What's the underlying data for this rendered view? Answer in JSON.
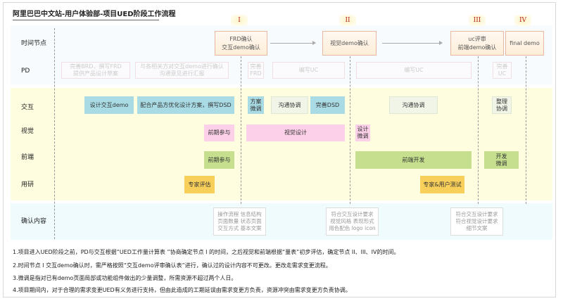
{
  "title": "阿里巴巴中文站-用户体验部-项目UED阶段工作流程",
  "rows": {
    "time": "时间节点",
    "pd": "PD",
    "ixd": "交互",
    "visual": "视觉",
    "fe": "前端",
    "ur": "用研",
    "confirm": "确认内容"
  },
  "nodes": [
    "I",
    "II",
    "III",
    "IV"
  ],
  "milestones": [
    [
      "FRD确认",
      "交互demo确认"
    ],
    [
      "视觉demo确认"
    ],
    [
      "uc评审",
      "前端demo确认"
    ],
    [
      "final demo"
    ]
  ],
  "pd": [
    [
      "完善BRD，撰写FRD",
      "提供产品设计草案"
    ],
    [
      "与各相关方对交互demo进行确认",
      "沟通意见进行汇报"
    ],
    [
      "完善",
      "FRD"
    ],
    [
      "编写UC"
    ],
    [
      "编写UC"
    ],
    [
      "完善",
      "UC"
    ]
  ],
  "ixd": [
    [
      "设计交互demo"
    ],
    [
      "配合产品方优化设计方案，撰写DSD"
    ],
    [
      "方案",
      "微调"
    ],
    [
      "沟通协调"
    ],
    [
      "完善DSD"
    ],
    [
      "沟通协调"
    ],
    [
      "整理",
      "协调"
    ]
  ],
  "visual": [
    [
      "前期参与"
    ],
    [
      "视觉设计"
    ],
    [
      "设计",
      "微调"
    ]
  ],
  "fe": [
    [
      "前期参与"
    ],
    [
      "前端开发"
    ],
    [
      "开发",
      "微调"
    ]
  ],
  "ur": [
    [
      "专家评估"
    ],
    [
      "专家&用户测试"
    ]
  ],
  "confirm": [
    [
      "操作流程 信息结构",
      "页面数量 状态页面",
      "交互方式 基本文案"
    ],
    [
      "符合交互设计要求",
      "视觉风格 表现形式",
      "用色配色 logo icon"
    ],
    [
      "符合交互设计要求",
      "符合视觉设计要求",
      "细节文案"
    ]
  ],
  "notes": [
    "1.项目进入UED阶段之前，PD与交互根据“UED工作量计算表 ”协商确定节点 I 的时间，之后视觉和前端根据“量表”初步评估，确定节点 II、III、IV的时间。",
    "2.时间节点 I 交互demo确认时，需严格按照“交互demo评审确认表”进行，确认过的设计内容不可更改。更改走需求变更流程。",
    "3.微调是指对已有demo页面局部或功能组件做出的少量调整，所需资源不超过两个人日。",
    "4.项目期间内，对于合理的需求变更UED有义务进行支持，但由此造成的工期延误由需求变更方负责，资源冲突由需求变更方负责协调。"
  ],
  "colors": {
    "ixd": "#a9dbe5",
    "visual": "#fbd0e8",
    "fe": "#c5df8f",
    "ur": "#f7cf5a",
    "band_main": "#fffde0",
    "band_top": "#f7fbfd",
    "band_confirm": "#effbfd",
    "node_text": "#bb2222"
  }
}
